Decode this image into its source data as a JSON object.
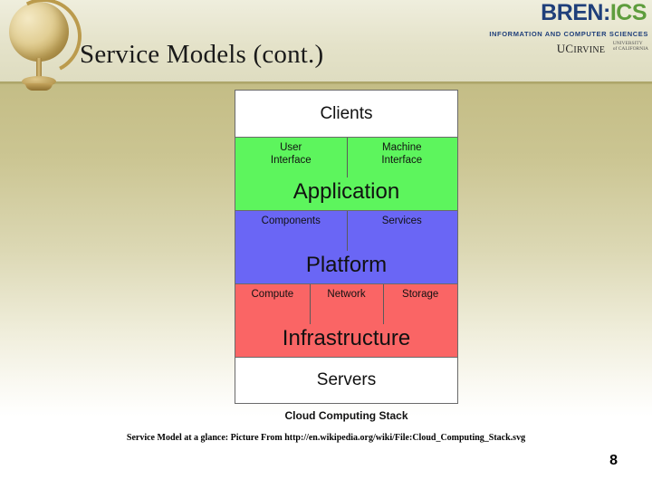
{
  "slide": {
    "title": "Service Models (cont.)",
    "page_number": "8",
    "source_credit": "Service Model at a glance: Picture From http://en.wikipedia.org/wiki/File:Cloud_Computing_Stack.svg"
  },
  "logo": {
    "bren": "BREN",
    "colon": ":",
    "ics": "ICS",
    "subtitle": "INFORMATION AND COMPUTER SCIENCES",
    "university": "UC",
    "university_rest": "IRVINE",
    "tagline_line1": "UNIVERSITY",
    "tagline_line2": "of CALIFORNIA",
    "colors": {
      "bren_blue": "#1f3f7a",
      "ics_green": "#5e9d3d"
    }
  },
  "decoration": {
    "globe_icon": "globe-icon"
  },
  "diagram": {
    "caption": "Cloud Computing Stack",
    "top_row": {
      "label": "Clients"
    },
    "bottom_row": {
      "label": "Servers"
    },
    "layers": [
      {
        "name": "Application",
        "color": "#5df55d",
        "columns": [
          {
            "line1": "User",
            "line2": "Interface"
          },
          {
            "line1": "Machine",
            "line2": "Interface"
          }
        ]
      },
      {
        "name": "Platform",
        "color": "#6a66f5",
        "columns": [
          {
            "line1": "Components",
            "line2": ""
          },
          {
            "line1": "Services",
            "line2": ""
          }
        ]
      },
      {
        "name": "Infrastructure",
        "color": "#fa6565",
        "columns": [
          {
            "line1": "Compute",
            "line2": ""
          },
          {
            "line1": "Network",
            "line2": ""
          },
          {
            "line1": "Storage",
            "line2": ""
          }
        ]
      }
    ]
  },
  "theme": {
    "background_top": "#e4e2c9",
    "background_body_top": "#c4bd86",
    "background_bottom": "#ffffff",
    "rule_color": "#a79f63"
  }
}
